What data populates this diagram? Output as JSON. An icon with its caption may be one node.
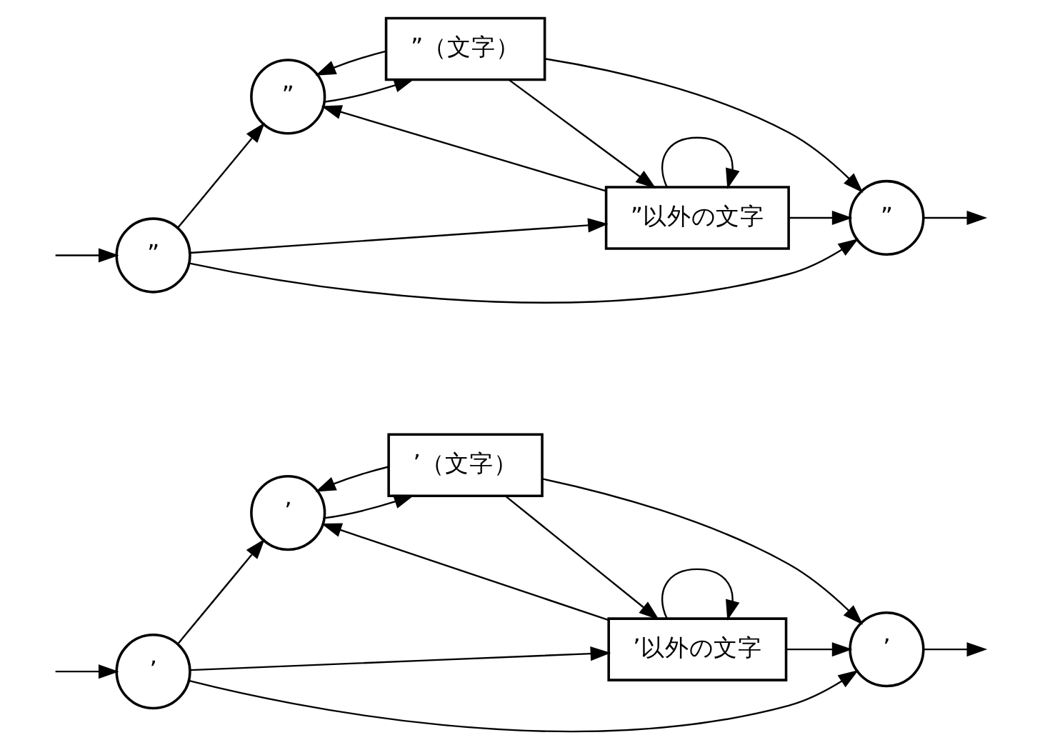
{
  "diagram": {
    "nodes": [
      {
        "text": [
          "’"
        ]
      },
      {
        "text": [
          "’"
        ]
      },
      {
        "text": [
          "’（文字）"
        ]
      },
      {
        "text": [
          "’以外の文字"
        ]
      },
      {
        "text": [
          "’"
        ]
      },
      {
        "text": [
          "”"
        ]
      },
      {
        "text": [
          "”"
        ]
      },
      {
        "text": [
          "”（文字）"
        ]
      },
      {
        "text": [
          "”以外の文字"
        ]
      },
      {
        "text": [
          "”"
        ]
      }
    ],
    "edges": [
      {
        "from": null,
        "to": 0,
        "arrow": "to"
      },
      {
        "from": 0,
        "to": 1,
        "arrow": "to"
      },
      {
        "from": 0,
        "to": 3,
        "arrow": "to"
      },
      {
        "from": 0,
        "to": 4,
        "arrow": "to"
      },
      {
        "from": 1,
        "to": 2,
        "arrow": "to"
      },
      {
        "from": 2,
        "to": 1,
        "arrow": "to"
      },
      {
        "from": 2,
        "to": 3,
        "arrow": "to"
      },
      {
        "from": 2,
        "to": 4,
        "arrow": "to"
      },
      {
        "from": 3,
        "to": 1,
        "arrow": "to"
      },
      {
        "from": 3,
        "to": 3,
        "arrow": "to"
      },
      {
        "from": 3,
        "to": 4,
        "arrow": "to"
      },
      {
        "from": 4,
        "to": null,
        "arrow": "to"
      },
      {
        "from": null,
        "to": 5,
        "arrow": "to"
      },
      {
        "from": 5,
        "to": 6,
        "arrow": "to"
      },
      {
        "from": 5,
        "to": 8,
        "arrow": "to"
      },
      {
        "from": 5,
        "to": 9,
        "arrow": "to"
      },
      {
        "from": 6,
        "to": 7,
        "arrow": "to"
      },
      {
        "from": 7,
        "to": 6,
        "arrow": "to"
      },
      {
        "from": 7,
        "to": 8,
        "arrow": "to"
      },
      {
        "from": 7,
        "to": 9,
        "arrow": "to"
      },
      {
        "from": 8,
        "to": 6,
        "arrow": "to"
      },
      {
        "from": 8,
        "to": 8,
        "arrow": "to"
      },
      {
        "from": 8,
        "to": 9,
        "arrow": "to"
      },
      {
        "from": 9,
        "to": null,
        "arrow": "to"
      }
    ]
  }
}
